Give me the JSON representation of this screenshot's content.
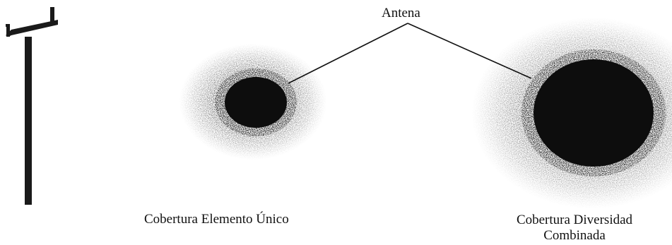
{
  "antenna_label": "Antena",
  "single_coverage_label": "Cobertura Elemento Único",
  "diversity_coverage_label": [
    "Cobertura Diversidad",
    "Combinada"
  ],
  "colors": {
    "ink": "#111111",
    "mast": "#1a1a1a",
    "background": "#ffffff"
  }
}
